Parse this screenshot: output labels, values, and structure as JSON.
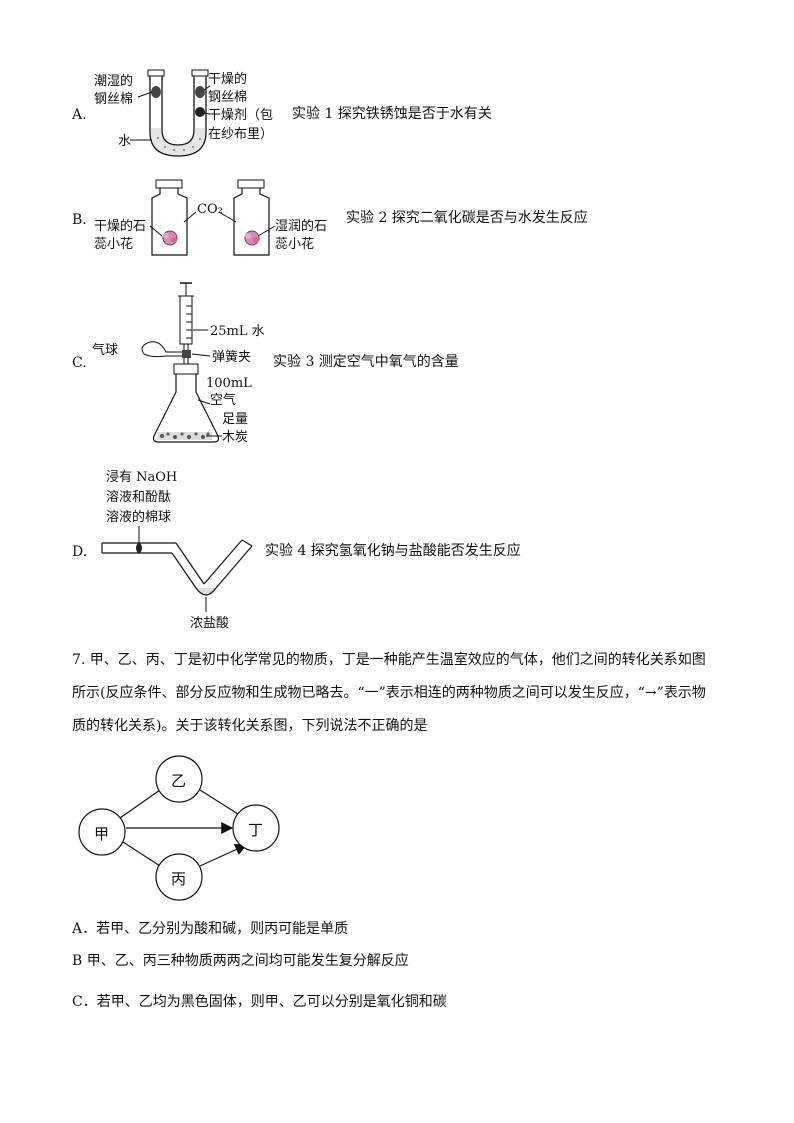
{
  "options_top": {
    "A": {
      "letter": "A.",
      "label_wet": [
        "潮湿的",
        "钢丝棉"
      ],
      "label_dry": [
        "干燥的",
        "钢丝棉"
      ],
      "label_desiccant": [
        "干燥剂（包",
        "在纱布里）"
      ],
      "label_water": "水",
      "desc": "实验 1 探究铁锈蚀是否于水有关"
    },
    "B": {
      "letter": "B.",
      "label_dry_flower": [
        "干燥的石",
        "蕊小花"
      ],
      "label_gas": "CO₂",
      "label_wet_flower": [
        "湿润的石",
        "蕊小花"
      ],
      "desc": "实验 2 探究二氧化碳是否与水发生反应"
    },
    "C": {
      "letter": "C.",
      "label_water": "25mL 水",
      "label_balloon": "气球",
      "label_clip": "弹簧夹",
      "label_air": [
        "100mL",
        "空气"
      ],
      "label_charcoal": [
        "足量",
        "木炭"
      ],
      "desc": "实验 3 测定空气中氧气的含量"
    },
    "D": {
      "letter": "D.",
      "label_cotton": [
        "浸有 NaOH",
        "溶液和酚酞",
        "溶液的棉球"
      ],
      "label_acid": "浓盐酸",
      "desc": "实验 4 探究氢氧化钠与盐酸能否发生反应"
    }
  },
  "question7": {
    "text": "7. 甲、乙、丙、丁是初中化学常见的物质，丁是一种能产生温室效应的气体，他们之间的转化关系如图所示(反应条件、部分反应物和生成物已略去。“一”表示相连的两种物质之间可以发生反应，“→”表示物质的转化关系)。关于该转化关系图，下列说法不正确的是",
    "nodes": {
      "jia": "甲",
      "yi": "乙",
      "bing": "丙",
      "ding": "丁"
    },
    "options": [
      "A．若甲、乙分别为酸和碱，则丙可能是单质",
      "B  甲、乙、丙三种物质两两之间均可能发生复分解反应",
      "C．若甲、乙均为黑色固体，则甲、乙可以分别是氧化铜和碳"
    ]
  }
}
